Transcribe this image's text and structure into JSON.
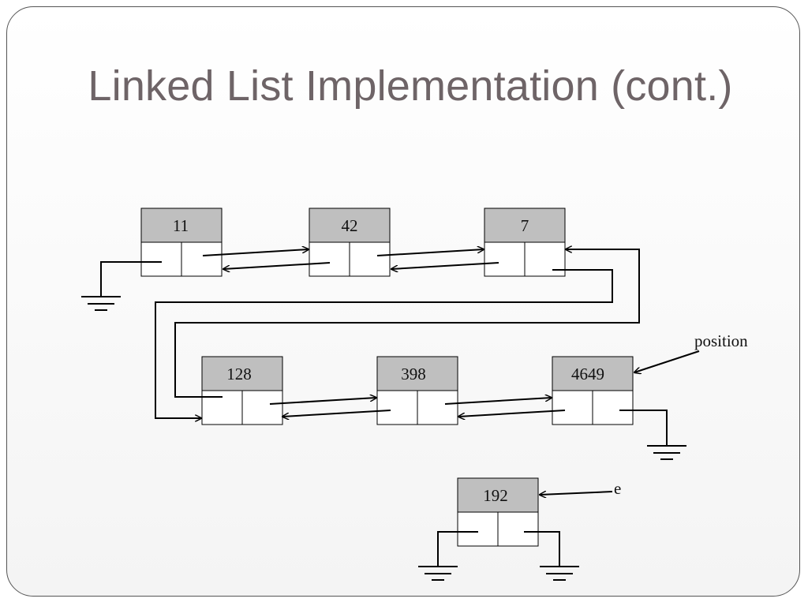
{
  "slide": {
    "title": "Linked List Implementation (cont.)"
  },
  "diagram": {
    "nodes": [
      {
        "id": "n11",
        "value": "11"
      },
      {
        "id": "n42",
        "value": "42"
      },
      {
        "id": "n7",
        "value": "7"
      },
      {
        "id": "n128",
        "value": "128"
      },
      {
        "id": "n398",
        "value": "398"
      },
      {
        "id": "n4649",
        "value": "4649"
      },
      {
        "id": "n192",
        "value": "192"
      }
    ],
    "pointer_labels": {
      "position": "position",
      "e": "e"
    },
    "colors": {
      "node_value_fill": "#bfbfbf",
      "cell_fill": "#ffffff",
      "line": "#000000",
      "title": "#6e6467"
    }
  }
}
